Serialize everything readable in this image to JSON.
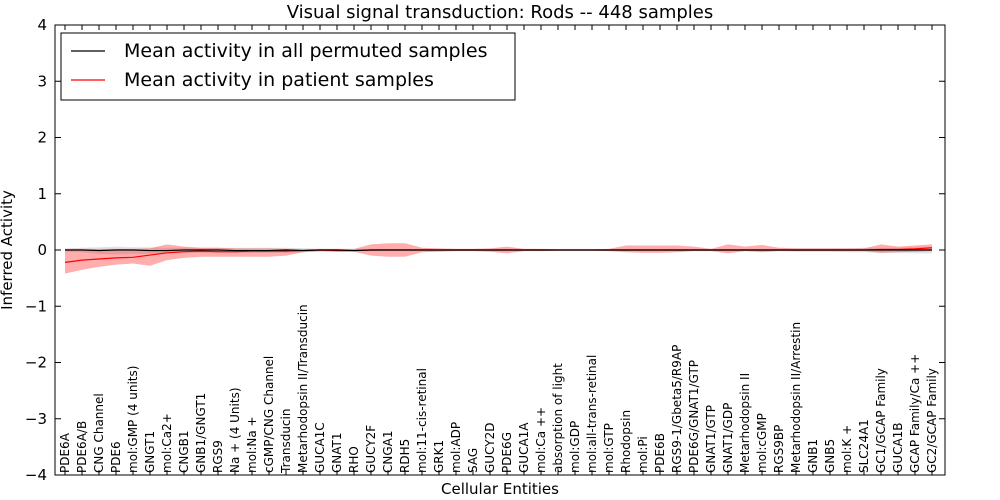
{
  "chart_data": {
    "type": "line",
    "title": "Visual signal transduction: Rods -- 448 samples",
    "xlabel": "Cellular Entities",
    "ylabel": "Inferred Activity",
    "ylim": [
      -4,
      4
    ],
    "yticks": [
      4,
      3,
      2,
      1,
      0,
      -1,
      -2,
      -3,
      -4
    ],
    "ytick_labels": [
      "4",
      "3",
      "2",
      "1",
      "0",
      "−1",
      "−2",
      "−3",
      "−4"
    ],
    "grid": false,
    "legend_position": "upper-left",
    "categories": [
      "PDE6A",
      "PDE6A/B",
      "CNG Channel",
      "PDE6",
      "mol:GMP (4 units)",
      "GNGT1",
      "mol:Ca2+",
      "CNGB1",
      "GNB1/GNGT1",
      "RGS9",
      "Na + (4 Units)",
      "mol:Na +",
      "cGMP/CNG Channel",
      "Transducin",
      "Metarhodopsin II/Transducin",
      "GUCA1C",
      "GNAT1",
      "RHO",
      "GUCY2F",
      "CNGA1",
      "RDH5",
      "mol:11-cis-retinal",
      "GRK1",
      "mol:ADP",
      "SAG",
      "GUCY2D",
      "PDE6G",
      "GUCA1A",
      "mol:Ca ++",
      "absorption of light",
      "mol:GDP",
      "mol:all-trans-retinal",
      "mol:GTP",
      "Rhodopsin",
      "mol:Pi",
      "PDE6B",
      "RGS9-1/Gbeta5/R9AP",
      "PDE6G/GNAT1/GTP",
      "GNAT1/GTP",
      "GNAT1/GDP",
      "Metarhodopsin II",
      "mol:cGMP",
      "RGS9BP",
      "Metarhodopsin II/Arrestin",
      "GNB1",
      "GNB5",
      "mol:K +",
      "SLC24A1",
      "GC1/GCAP Family",
      "GUCA1B",
      "GCAP Family/Ca ++",
      "GC2/GCAP Family"
    ],
    "series": [
      {
        "name": "Mean activity in all permuted samples",
        "color": "#000000",
        "values": [
          0.0,
          0.0,
          -0.01,
          0.0,
          0.0,
          -0.01,
          -0.01,
          0.0,
          0.0,
          0.0,
          -0.01,
          -0.01,
          -0.01,
          0.0,
          -0.01,
          0.0,
          0.0,
          -0.01,
          0.0,
          0.0,
          0.0,
          0.0,
          0.0,
          0.0,
          0.0,
          0.0,
          0.0,
          0.0,
          0.0,
          0.0,
          0.0,
          0.0,
          0.0,
          0.0,
          0.0,
          0.0,
          0.0,
          0.0,
          0.0,
          0.0,
          0.0,
          0.0,
          0.0,
          0.0,
          0.0,
          0.0,
          0.0,
          0.0,
          0.0,
          0.0,
          0.0,
          0.0
        ],
        "band_lower": [
          -0.03,
          -0.04,
          -0.07,
          -0.08,
          -0.07,
          -0.07,
          -0.06,
          -0.05,
          -0.05,
          -0.05,
          -0.05,
          -0.05,
          -0.05,
          -0.05,
          -0.04,
          -0.03,
          -0.03,
          -0.03,
          -0.02,
          -0.02,
          -0.02,
          -0.02,
          -0.02,
          -0.02,
          -0.02,
          -0.02,
          -0.02,
          -0.02,
          -0.02,
          -0.02,
          -0.02,
          -0.02,
          -0.02,
          -0.02,
          -0.02,
          -0.02,
          -0.02,
          -0.02,
          -0.02,
          -0.02,
          -0.02,
          -0.02,
          -0.02,
          -0.03,
          -0.03,
          -0.03,
          -0.04,
          -0.04,
          -0.05,
          -0.05,
          -0.06,
          -0.06
        ],
        "band_upper": [
          0.03,
          0.04,
          0.05,
          0.06,
          0.05,
          0.05,
          0.04,
          0.04,
          0.04,
          0.04,
          0.04,
          0.04,
          0.04,
          0.04,
          0.03,
          0.02,
          0.02,
          0.02,
          0.02,
          0.02,
          0.02,
          0.02,
          0.02,
          0.02,
          0.02,
          0.02,
          0.02,
          0.02,
          0.02,
          0.02,
          0.02,
          0.02,
          0.02,
          0.02,
          0.02,
          0.02,
          0.02,
          0.02,
          0.02,
          0.02,
          0.02,
          0.02,
          0.02,
          0.03,
          0.03,
          0.03,
          0.03,
          0.04,
          0.04,
          0.04,
          0.05,
          0.05
        ]
      },
      {
        "name": "Mean activity in patient samples",
        "color": "#ff0000",
        "values": [
          -0.22,
          -0.18,
          -0.16,
          -0.14,
          -0.13,
          -0.09,
          -0.05,
          -0.03,
          -0.02,
          -0.03,
          -0.03,
          -0.02,
          -0.02,
          -0.02,
          -0.01,
          0.0,
          -0.01,
          -0.01,
          0.0,
          0.0,
          0.0,
          0.0,
          0.0,
          0.0,
          0.0,
          0.0,
          0.0,
          0.0,
          0.0,
          0.0,
          0.0,
          0.0,
          0.0,
          0.0,
          0.0,
          0.0,
          0.0,
          0.0,
          0.0,
          0.0,
          0.0,
          0.0,
          0.0,
          0.0,
          0.0,
          0.0,
          0.0,
          0.0,
          0.01,
          0.01,
          0.02,
          0.04
        ],
        "band_lower": [
          -0.42,
          -0.35,
          -0.3,
          -0.26,
          -0.24,
          -0.28,
          -0.18,
          -0.14,
          -0.12,
          -0.12,
          -0.12,
          -0.12,
          -0.12,
          -0.1,
          -0.04,
          -0.02,
          -0.03,
          -0.03,
          -0.1,
          -0.12,
          -0.12,
          -0.04,
          -0.03,
          -0.02,
          -0.02,
          -0.03,
          -0.06,
          -0.02,
          -0.02,
          -0.01,
          -0.01,
          -0.01,
          -0.02,
          -0.04,
          -0.05,
          -0.05,
          -0.04,
          -0.02,
          -0.02,
          -0.06,
          -0.02,
          -0.04,
          -0.02,
          -0.02,
          -0.02,
          -0.02,
          -0.02,
          -0.02,
          -0.05,
          -0.04,
          -0.03,
          -0.02
        ],
        "band_upper": [
          0.02,
          0.02,
          0.02,
          0.02,
          0.02,
          0.03,
          0.1,
          0.06,
          0.04,
          0.04,
          0.03,
          0.03,
          0.03,
          0.02,
          0.02,
          0.02,
          0.02,
          0.02,
          0.1,
          0.12,
          0.12,
          0.04,
          0.03,
          0.02,
          0.02,
          0.03,
          0.06,
          0.02,
          0.02,
          0.01,
          0.01,
          0.01,
          0.02,
          0.08,
          0.08,
          0.08,
          0.08,
          0.06,
          0.02,
          0.1,
          0.06,
          0.09,
          0.04,
          0.03,
          0.03,
          0.03,
          0.03,
          0.03,
          0.1,
          0.06,
          0.08,
          0.1
        ]
      }
    ]
  }
}
